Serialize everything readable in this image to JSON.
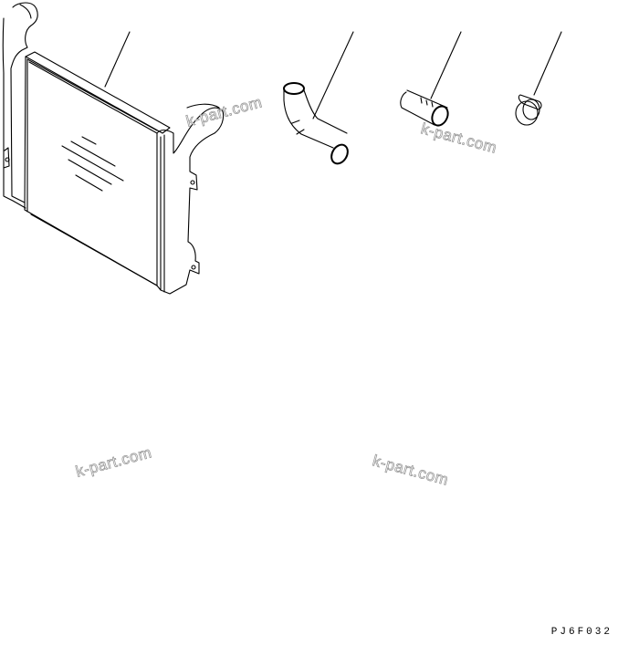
{
  "drawing": {
    "code": "PJ6F032",
    "watermark": "k-part.com",
    "parts": [
      {
        "name": "aftercooler-core",
        "icon": "aftercooler-icon"
      },
      {
        "name": "elbow-hose",
        "icon": "elbow-hose-icon"
      },
      {
        "name": "straight-hose",
        "icon": "hose-icon"
      },
      {
        "name": "hose-clamp",
        "icon": "clamp-icon"
      }
    ]
  }
}
